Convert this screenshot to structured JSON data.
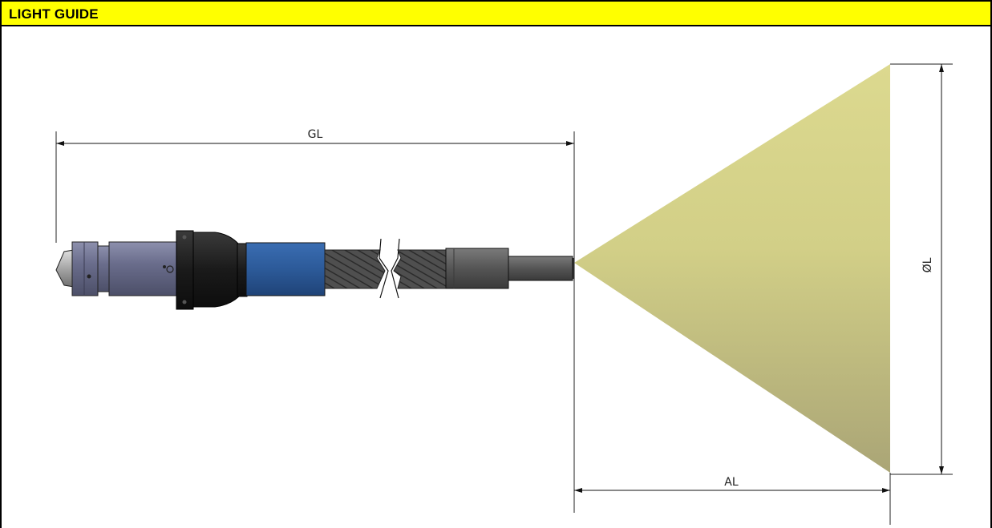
{
  "header": {
    "title": "LIGHT GUIDE",
    "background_color": "#ffff00"
  },
  "diagram": {
    "dimensions": {
      "total_length_label": "GL",
      "light_distance_label": "AL",
      "light_diameter_label": "ØL"
    },
    "colors": {
      "light_cone": "#d8d58e",
      "tube_blue": "#2f5fa0",
      "end_housing": "#6a6f8f",
      "flexible_hose": "#4e4e4e",
      "black_flange": "#1f1f1f"
    }
  }
}
